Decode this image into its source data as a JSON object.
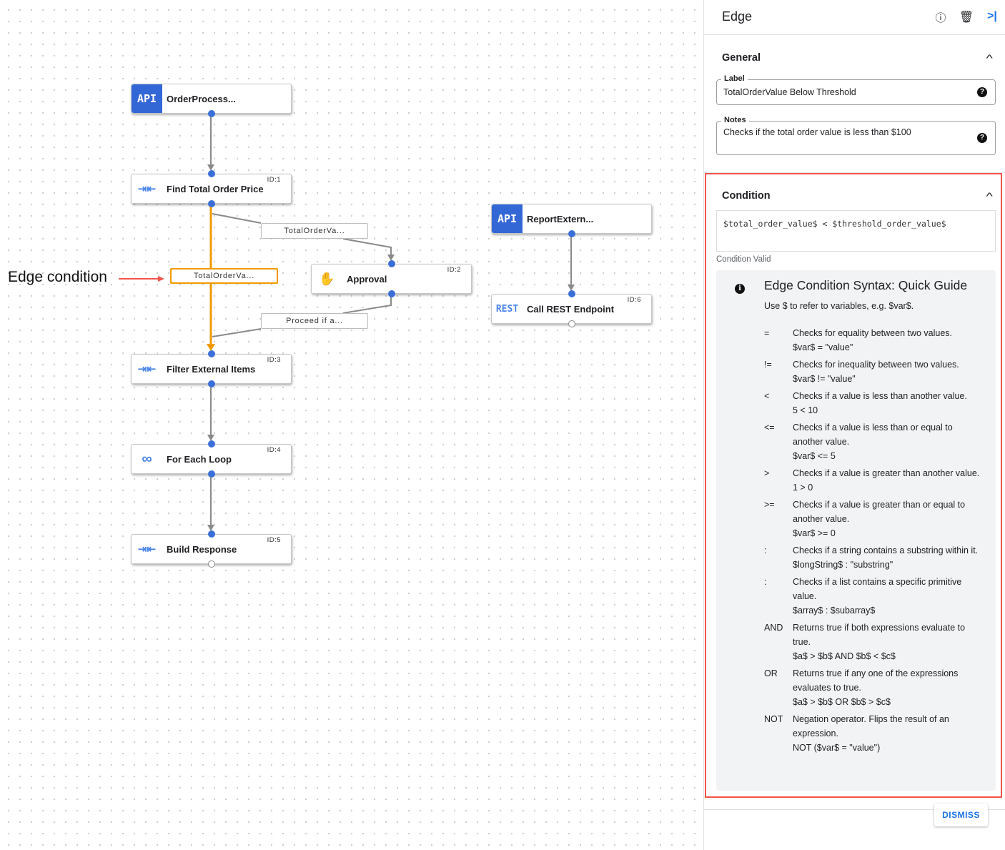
{
  "canvas": {
    "annotation": "Edge condition",
    "nodes": [
      {
        "name": "OrderProcess...",
        "icon": "API",
        "id": ""
      },
      {
        "name": "Find Total Order Price",
        "icon": "data-mapping-icon",
        "id": "ID:1"
      },
      {
        "name": "Approval",
        "icon": "hand-icon",
        "id": "ID:2"
      },
      {
        "name": "Filter External Items",
        "icon": "data-mapping-icon",
        "id": "ID:3"
      },
      {
        "name": "For Each Loop",
        "icon": "loop-icon",
        "id": "ID:4"
      },
      {
        "name": "Build Response",
        "icon": "data-mapping-icon",
        "id": "ID:5"
      },
      {
        "name": "ReportExtern...",
        "icon": "API",
        "id": ""
      },
      {
        "name": "Call REST Endpoint",
        "icon": "REST",
        "id": "ID:6"
      }
    ],
    "edge_labels": [
      "TotalOrderVa...",
      "TotalOrderVa...",
      "Proceed if a..."
    ],
    "colors": {
      "selected_edge": "#f29900",
      "edge": "#8a8a8a",
      "port": "#3b6fd8",
      "annotation": "#f4544a"
    }
  },
  "panel": {
    "title": "Edge",
    "general": {
      "title": "General",
      "label_label": "Label",
      "label_value": "TotalOrderValue Below Threshold",
      "notes_label": "Notes",
      "notes_value": "Checks if the total order value is less than $100"
    },
    "condition": {
      "title": "Condition",
      "expression": "$total_order_value$ < $threshold_order_value$",
      "status": "Condition Valid"
    },
    "guide": {
      "title": "Edge Condition Syntax: Quick Guide",
      "subtitle": "Use $ to refer to variables, e.g. $var$.",
      "rows": [
        {
          "op": "=",
          "desc": "Checks for equality between two values.",
          "ex": "$var$ = \"value\""
        },
        {
          "op": "!=",
          "desc": "Checks for inequality between two values.",
          "ex": "$var$ != \"value\""
        },
        {
          "op": "<",
          "desc": "Checks if a value is less than another value.",
          "ex": "5 < 10"
        },
        {
          "op": "<=",
          "desc": "Checks if a value is less than or equal to another value.",
          "ex": "$var$ <= 5"
        },
        {
          "op": ">",
          "desc": "Checks if a value is greater than another value.",
          "ex": "1 > 0"
        },
        {
          "op": ">=",
          "desc": "Checks if a value is greater than or equal to another value.",
          "ex": "$var$ >= 0"
        },
        {
          "op": ":",
          "desc": "Checks if a string contains a substring within it.",
          "ex": "$longString$ : \"substring\""
        },
        {
          "op": ":",
          "desc": "Checks if a list contains a specific primitive value.",
          "ex": "$array$ : $subarray$"
        },
        {
          "op": "AND",
          "desc": "Returns true if both expressions evaluate to true.",
          "ex": "$a$ > $b$ AND $b$ < $c$"
        },
        {
          "op": "OR",
          "desc": "Returns true if any one of the expressions evaluates to true.",
          "ex": "$a$ > $b$ OR $b$ > $c$"
        },
        {
          "op": "NOT",
          "desc": "Negation operator. Flips the result of an expression.",
          "ex": "NOT ($var$ = \"value\")"
        }
      ]
    },
    "dismiss": "DISMISS"
  }
}
